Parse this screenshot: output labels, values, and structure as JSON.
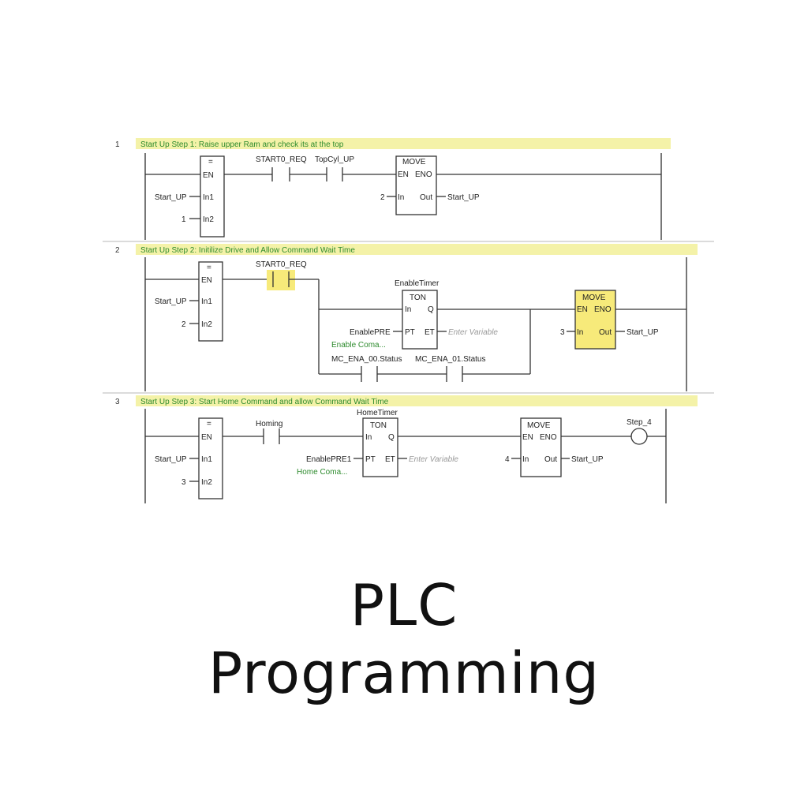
{
  "title": {
    "line1": "PLC",
    "line2": "Programming"
  },
  "rungs": [
    {
      "number": "1",
      "comment": "Start Up Step 1: Raise upper Ram and check its at the top",
      "compare": {
        "op": "=",
        "en": "EN",
        "in1": "In1",
        "in2": "In2",
        "in1_var": "Start_UP",
        "in2_val": "1"
      },
      "contacts": [
        "START0_REQ",
        "TopCyl_UP"
      ],
      "move": {
        "name": "MOVE",
        "en": "EN",
        "eno": "ENO",
        "in": "In",
        "out": "Out",
        "in_val": "2",
        "out_var": "Start_UP"
      }
    },
    {
      "number": "2",
      "comment": "Start Up Step 2: Initilize Drive and Allow Command Wait Time",
      "compare": {
        "op": "=",
        "en": "EN",
        "in1": "In1",
        "in2": "In2",
        "in1_var": "Start_UP",
        "in2_val": "2"
      },
      "contact": "START0_REQ",
      "timer": {
        "instance": "EnableTimer",
        "type": "TON",
        "in": "In",
        "q": "Q",
        "pt": "PT",
        "et": "ET",
        "pt_var": "EnablePRE",
        "pt_comment": "Enable Coma...",
        "et_var": "Enter Variable"
      },
      "branch_contacts": [
        "MC_ENA_00.Status",
        "MC_ENA_01.Status"
      ],
      "move": {
        "name": "MOVE",
        "en": "EN",
        "eno": "ENO",
        "in": "In",
        "out": "Out",
        "in_val": "3",
        "out_var": "Start_UP"
      }
    },
    {
      "number": "3",
      "comment": "Start Up Step 3: Start Home Command and allow Command Wait Time",
      "compare": {
        "op": "=",
        "en": "EN",
        "in1": "In1",
        "in2": "In2",
        "in1_var": "Start_UP",
        "in2_val": "3"
      },
      "contact": "Homing",
      "timer": {
        "instance": "HomeTimer",
        "type": "TON",
        "in": "In",
        "q": "Q",
        "pt": "PT",
        "et": "ET",
        "pt_var": "EnablePRE1",
        "pt_comment": "Home Coma...",
        "et_var": "Enter Variable"
      },
      "move": {
        "name": "MOVE",
        "en": "EN",
        "eno": "ENO",
        "in": "In",
        "out": "Out",
        "in_val": "4",
        "out_var": "Start_UP"
      },
      "coil": "Step_4"
    }
  ],
  "colors": {
    "comment_bar": "#f4f2a8",
    "comment_text": "#2e8b2e",
    "highlight": "#f7ea7a",
    "wire": "#333333"
  }
}
